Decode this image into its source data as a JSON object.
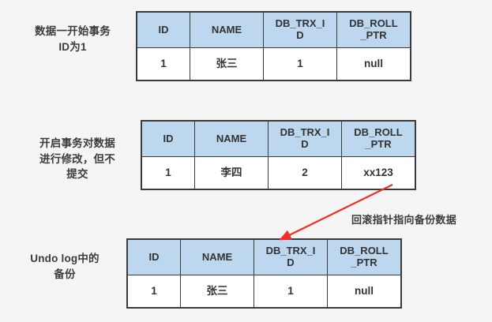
{
  "page": {
    "background_color": "#f5f5f5",
    "header_fill": "#bdd7ee",
    "border_color": "#3a3a3c",
    "arrow_color": "#ee3124",
    "text_color": "#3b3b3b"
  },
  "columns": {
    "id": "ID",
    "name": "NAME",
    "db_trx_id": "DB_TRX_I\nD",
    "db_roll_ptr": "DB_ROLL\n_PTR"
  },
  "sections": [
    {
      "key": "initial",
      "caption": "数据一开始事务\nID为1",
      "row": {
        "id": "1",
        "name": "张三",
        "db_trx_id": "1",
        "db_roll_ptr": "null"
      }
    },
    {
      "key": "modified",
      "caption": "开启事务对数据\n进行修改，但不\n提交",
      "row": {
        "id": "1",
        "name": "李四",
        "db_trx_id": "2",
        "db_roll_ptr": "xx123"
      }
    },
    {
      "key": "undo-backup",
      "caption": "Undo log中的\n备份",
      "row": {
        "id": "1",
        "name": "张三",
        "db_trx_id": "1",
        "db_roll_ptr": "null"
      }
    }
  ],
  "annotations": [
    {
      "key": "rollback-pointer",
      "text": "回滚指针指向备份数据"
    }
  ]
}
